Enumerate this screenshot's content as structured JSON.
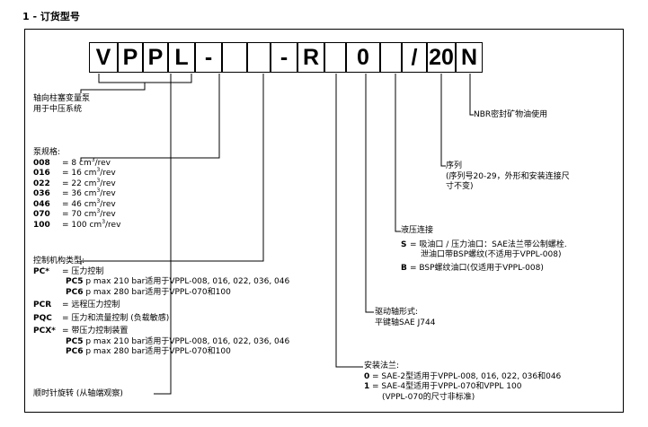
{
  "heading": "1 - 订货型号",
  "code_boxes": [
    "V",
    "P",
    "P",
    "L",
    "-",
    "",
    "",
    "-",
    "R",
    "",
    "0",
    "",
    "/",
    "20",
    "N"
  ],
  "nbr": "NBR密封矿物油使用",
  "axial_pump": [
    "轴向柱塞变量泵",
    "用于中压系统"
  ],
  "size": {
    "title": "泵规格:",
    "items": [
      {
        "code": "008",
        "value": "8 cm"
      },
      {
        "code": "016",
        "value": "16 cm"
      },
      {
        "code": "022",
        "value": "22 cm"
      },
      {
        "code": "036",
        "value": "36 cm"
      },
      {
        "code": "046",
        "value": "46 cm"
      },
      {
        "code": "070",
        "value": "70 cm"
      },
      {
        "code": "100",
        "value": "100 cm"
      }
    ],
    "cube": "3",
    "unit": "/rev",
    "eq": "="
  },
  "series": {
    "title": "序列",
    "desc": [
      "(序列号20-29，外形和安装连接尺",
      "寸不变)"
    ]
  },
  "ports": {
    "title": "液压连接",
    "s_code": "S",
    "s_desc": "= 吸油口 / 压力油口：SAE法兰带公制螺栓.",
    "s_desc2": "泄油口带BSP螺纹(不适用于VPPL-008)",
    "b_code": "B",
    "b_desc": "= BSP螺纹油口(仅适用于VPPL-008)"
  },
  "shaft": {
    "title": "驱动轴形式:",
    "desc": "平键轴SAE J744"
  },
  "flange": {
    "title": "安装法兰:",
    "c0": "0",
    "d0": "= SAE-2型适用于VPPL-008, 016, 022, 036和046",
    "c1": "1",
    "d1": "= SAE-4型适用于VPPL-070和VPPL 100",
    "d2": "(VPPL-070的尺寸非标准)"
  },
  "rotation": "顺时针旋转 (从轴端观察)",
  "control": {
    "title": "控制机构类型:",
    "pc": {
      "code": "PC*",
      "label": "=  压力控制",
      "sub": [
        {
          "code": "PC5",
          "desc": " p max 210 bar适用于VPPL-008, 016, 022, 036, 046"
        },
        {
          "code": "PC6",
          "desc": " p max 280 bar适用于VPPL-070和100"
        }
      ]
    },
    "pcr": {
      "code": "PCR",
      "label": "=  远程压力控制"
    },
    "pqc": {
      "code": "PQC",
      "label": "=  压力和流量控制 (负载敏感)"
    },
    "pcx": {
      "code": "PCX*",
      "label": "=  带压力控制装置",
      "sub": [
        {
          "code": "PC5",
          "desc": " p max 210 bar适用于VPPL-008, 016, 022, 036, 046"
        },
        {
          "code": "PC6",
          "desc": " p max 280 bar适用于VPPL-070和100"
        }
      ]
    }
  }
}
